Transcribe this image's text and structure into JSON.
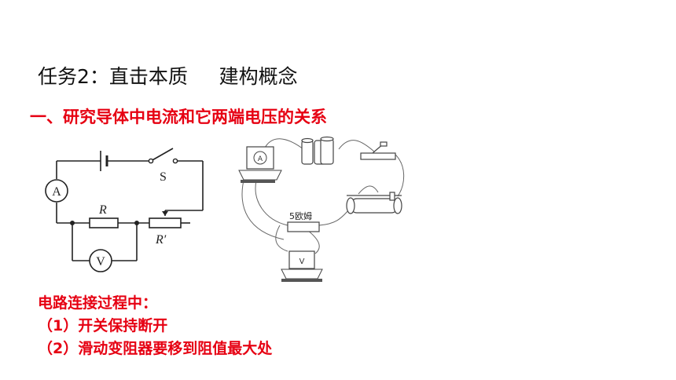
{
  "title": "任务2：直击本质     建构概念",
  "heading": "一、研究导体中电流和它两端电压的关系",
  "circuit": {
    "ammeter": "A",
    "voltmeter": "V",
    "switch": "S",
    "resistor": "R",
    "rheostat": "R′"
  },
  "apparatus": {
    "ammeter": "A",
    "voltmeter": "V",
    "resistor_label": "5欧姆"
  },
  "notes": {
    "heading": "电路连接过程中：",
    "step1": "（1）开关保持断开",
    "step2": "（2）滑动变阻器要移到阻值最大处"
  }
}
